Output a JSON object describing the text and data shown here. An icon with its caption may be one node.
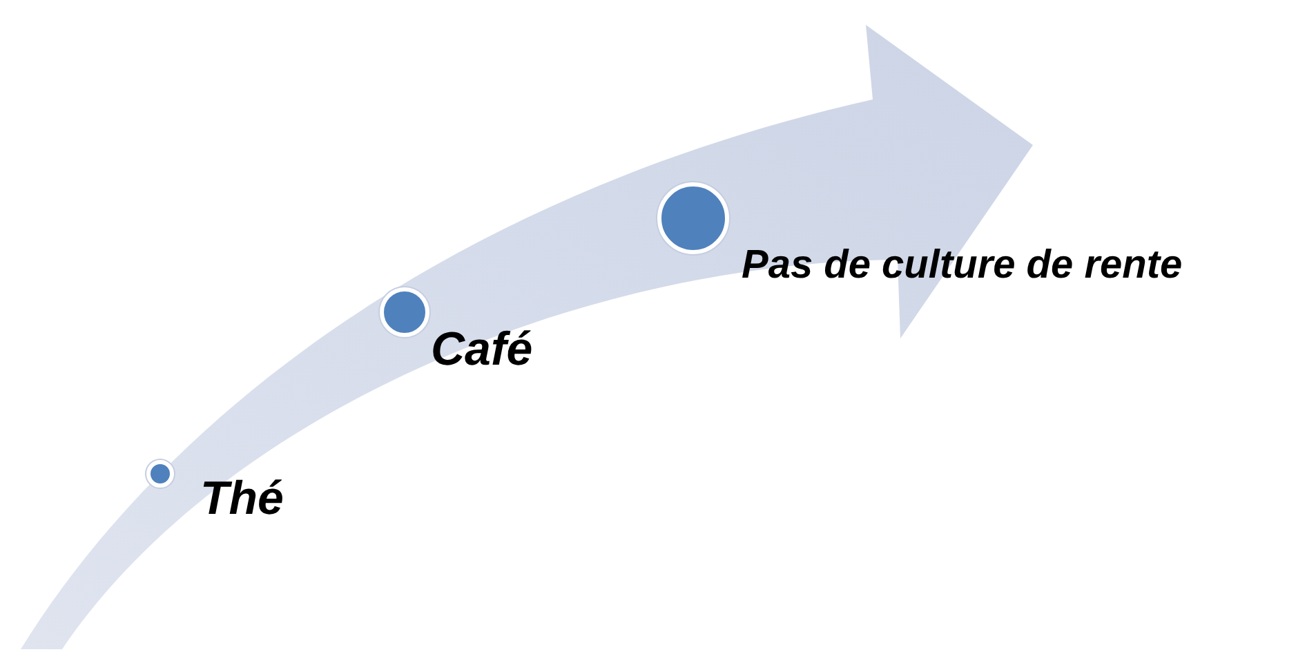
{
  "diagram": {
    "nodes": [
      {
        "text": [],
        "shape": "circle",
        "beside": [
          "Thé"
        ]
      },
      {
        "text": [],
        "shape": "circle",
        "beside": [
          "Café"
        ]
      },
      {
        "text": [],
        "shape": "circle",
        "beside": [
          "Pas de culture de rente"
        ]
      }
    ]
  }
}
